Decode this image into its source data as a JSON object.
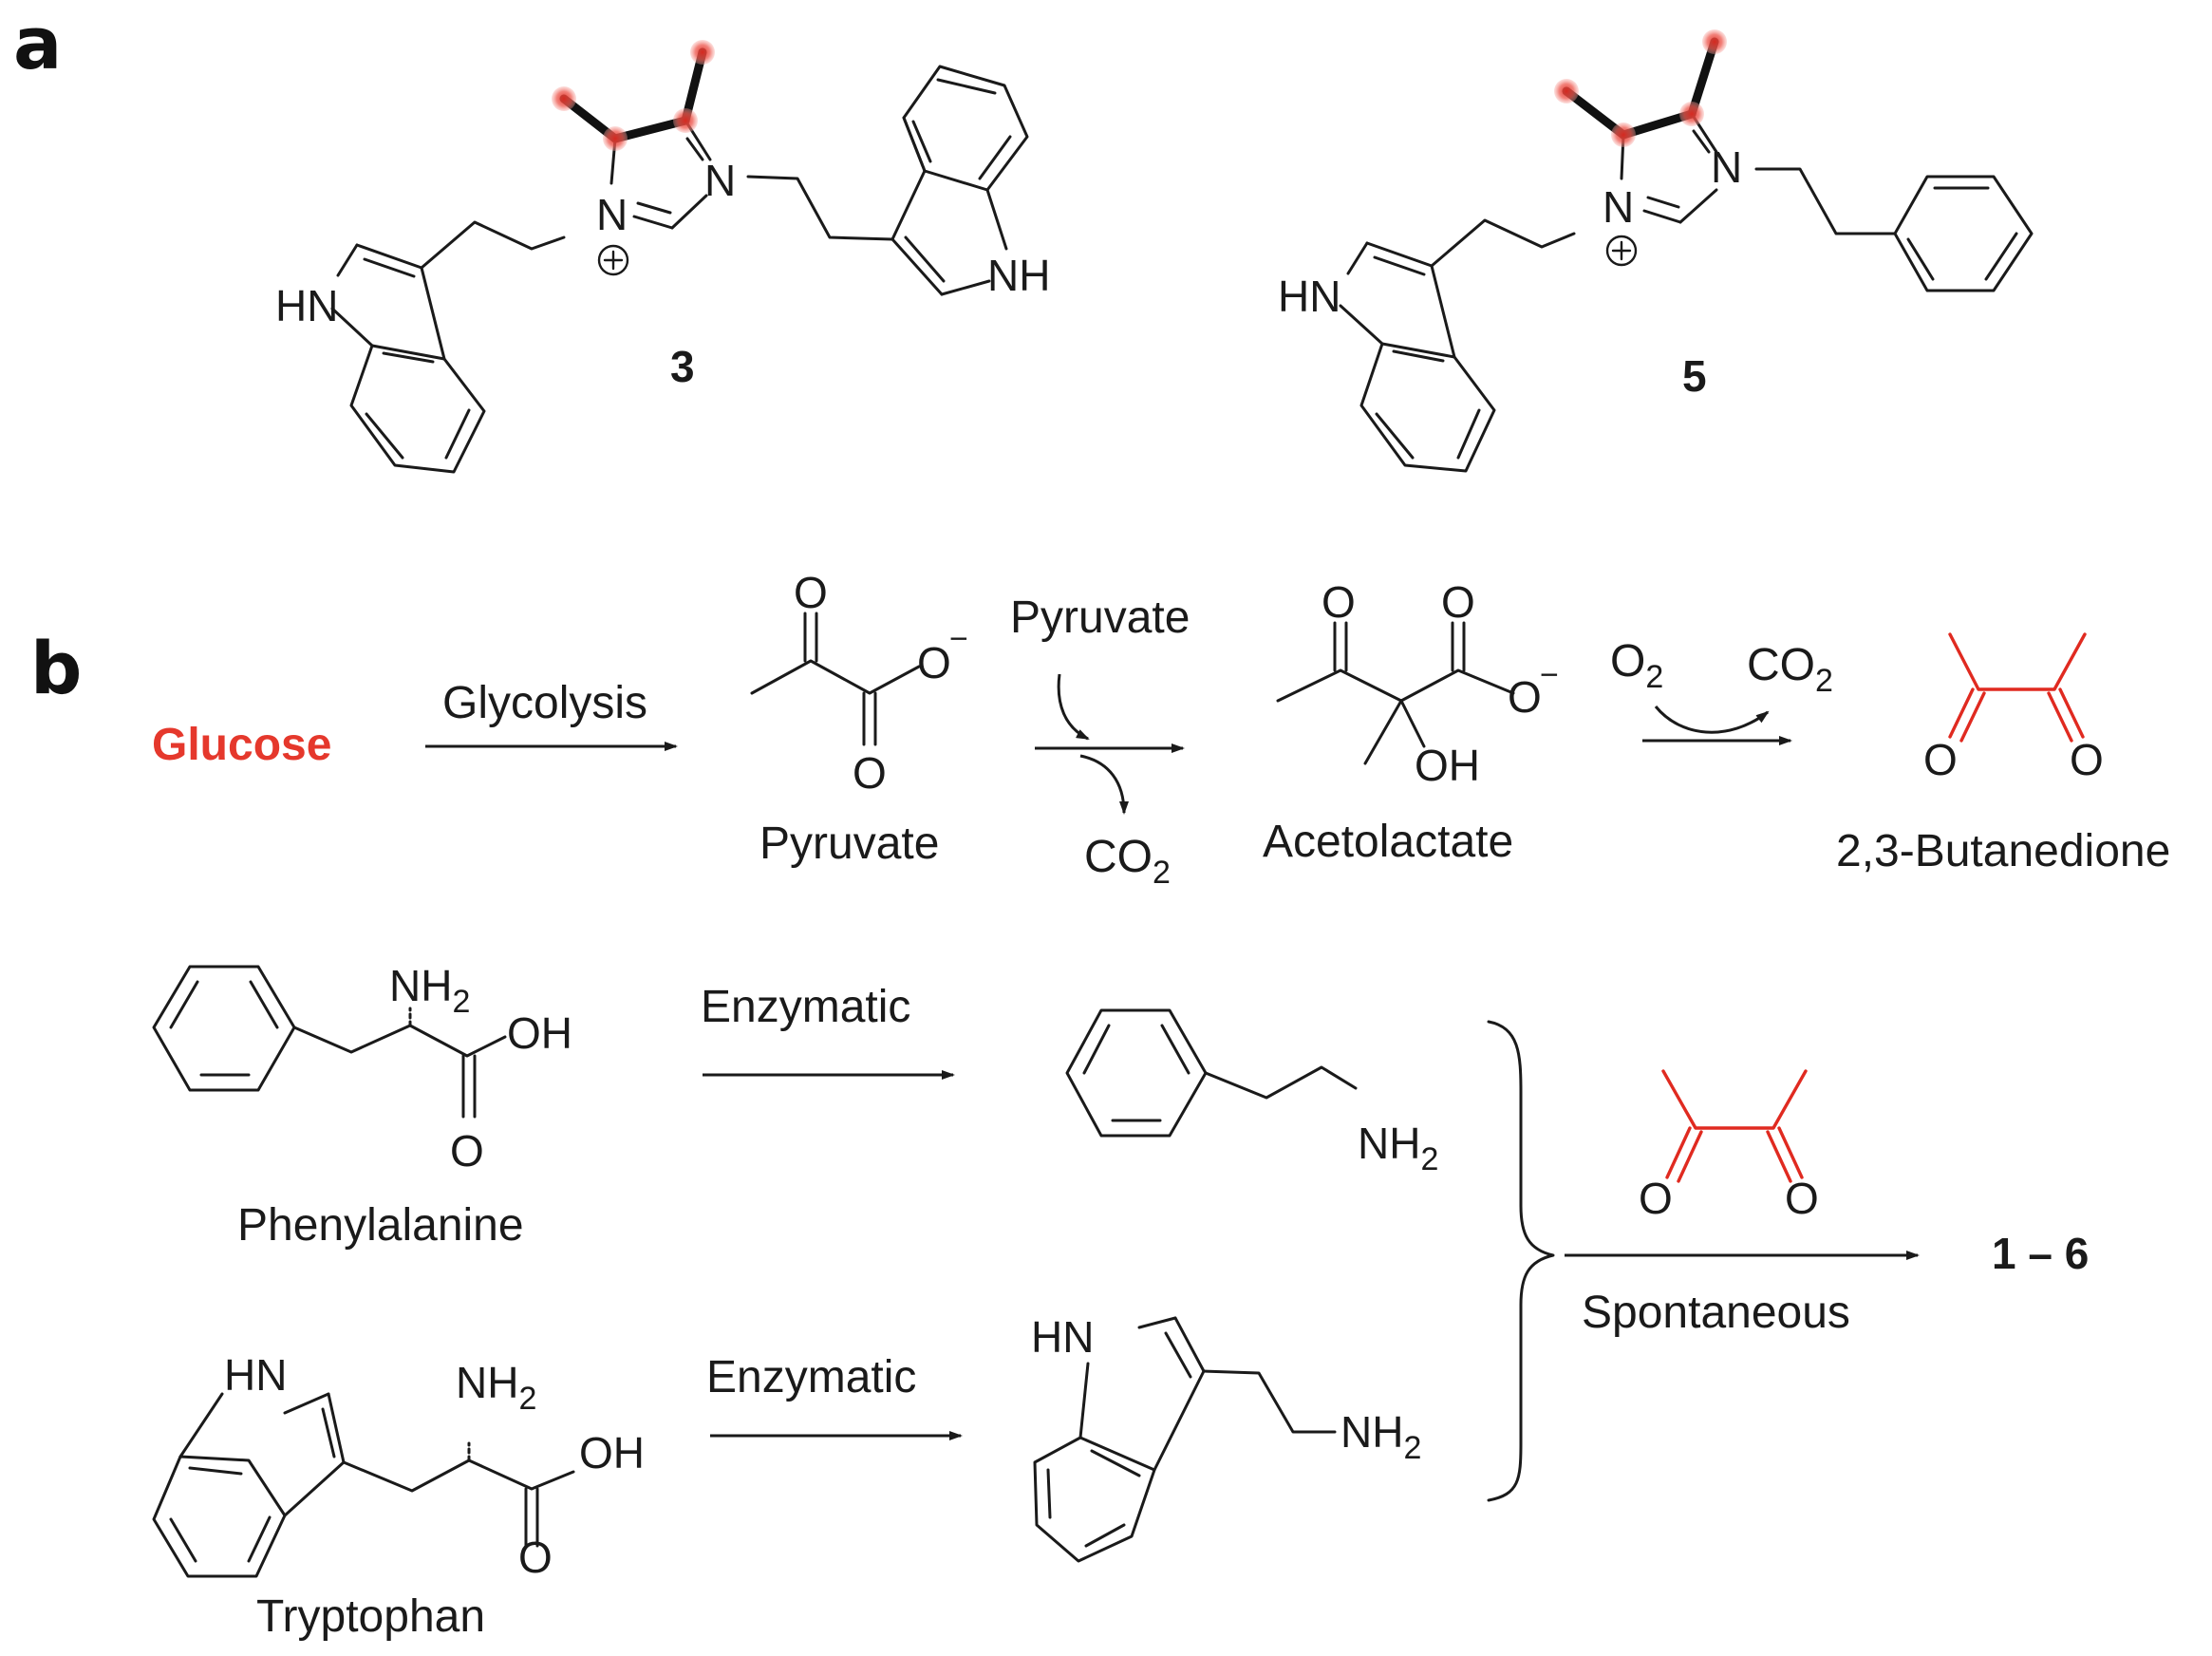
{
  "panels": {
    "a": "a",
    "b": "b"
  },
  "compounds": {
    "three": "3",
    "five": "5",
    "product_range": "1 – 6"
  },
  "atoms": {
    "HN": "HN",
    "NH": "NH",
    "N": "N",
    "plus": "+",
    "O": "O",
    "OH": "OH",
    "H2": "H",
    "two": "2",
    "minus": "−"
  },
  "pathway": {
    "glucose": "Glucose",
    "glycolysis": "Glycolysis",
    "pyruvate_label": "Pyruvate",
    "pyruvate_reagent": "Pyruvate",
    "co2_text": "CO",
    "o2_text": "O",
    "acetolactate_label": "Acetolactate",
    "butanedione_label": "2,3-Butanedione",
    "phenylalanine_label": "Phenylalanine",
    "tryptophan_label": "Tryptophan",
    "enzymatic_1": "Enzymatic",
    "enzymatic_2": "Enzymatic",
    "spontaneous": "Spontaneous"
  },
  "colors": {
    "highlight_red": "#e5382c",
    "bond": "#1a1a1a"
  }
}
